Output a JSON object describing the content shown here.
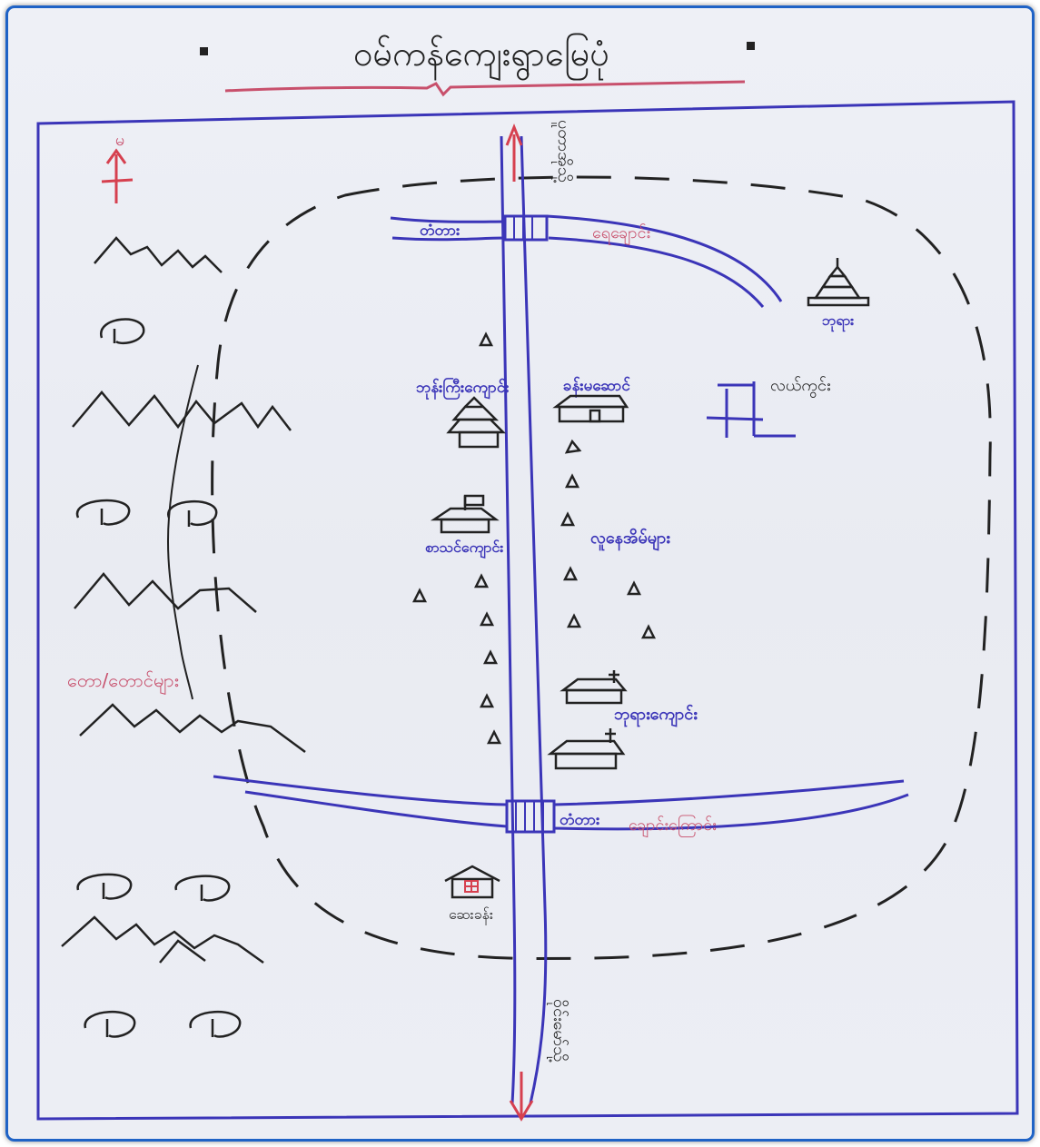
{
  "title": "ဝမ်ကန်ကျေးရွာမြေပုံ",
  "compass": {
    "label": "မ"
  },
  "labels": {
    "road_north": "ပူတာအိုသို့",
    "road_south": "ဝိုင်းမော်သို့",
    "bridge_north": "တံတား",
    "bridge_south": "တံတား",
    "stream_north": "ရေချောင်း",
    "stream_south": "ချောင်းကြောင်း",
    "pagoda": "ဘုရား",
    "monastery": "ဘုန်းကြီးကျောင်း",
    "school_building": "ခန်းမဆောင်",
    "field": "လယ်ကွင်း",
    "school": "စာသင်ကျောင်း",
    "houses": "လူနေအိမ်များ",
    "church": "ဘုရားကျောင်း",
    "clinic": "ဆေးခန်း",
    "mountains_forests": "တော/တောင်များ"
  },
  "colors": {
    "road": "#3b35b8",
    "river_label": "#c8506c",
    "arrow": "#d6404f",
    "ink": "#222222",
    "frame": "#1f63c6"
  }
}
